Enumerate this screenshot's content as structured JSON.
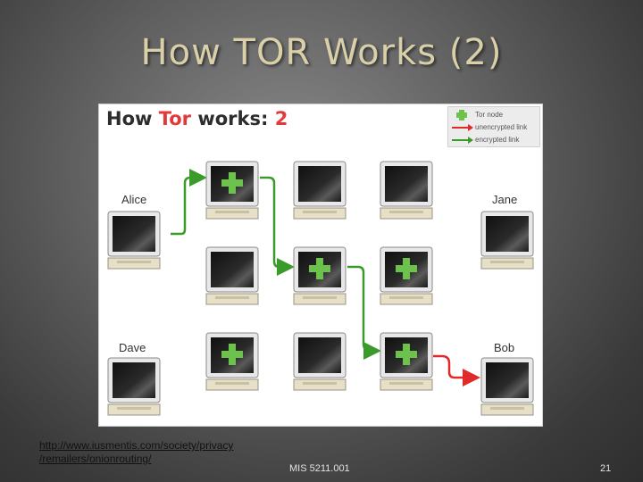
{
  "slide": {
    "title": "How TOR Works (2)",
    "link_line1": "http://www.iusmentis.com/society/privacy",
    "link_line2": "/remailers/onionrouting/",
    "course": "MIS 5211.001",
    "page": "21"
  },
  "diagram": {
    "title_prefix": "How ",
    "title_tor": "Tor",
    "title_suffix": " works: ",
    "title_number": "2",
    "legend": {
      "node": "Tor node",
      "unencrypted": "unencrypted link",
      "encrypted": "encrypted link"
    },
    "users": [
      "Alice",
      "Jane",
      "Dave",
      "Bob"
    ]
  },
  "colors": {
    "tor_node_green": "#6cc24a",
    "encrypted_link": "#3a9a2a",
    "unencrypted_link": "#e02a2a",
    "accent_red": "#e23a3a"
  }
}
